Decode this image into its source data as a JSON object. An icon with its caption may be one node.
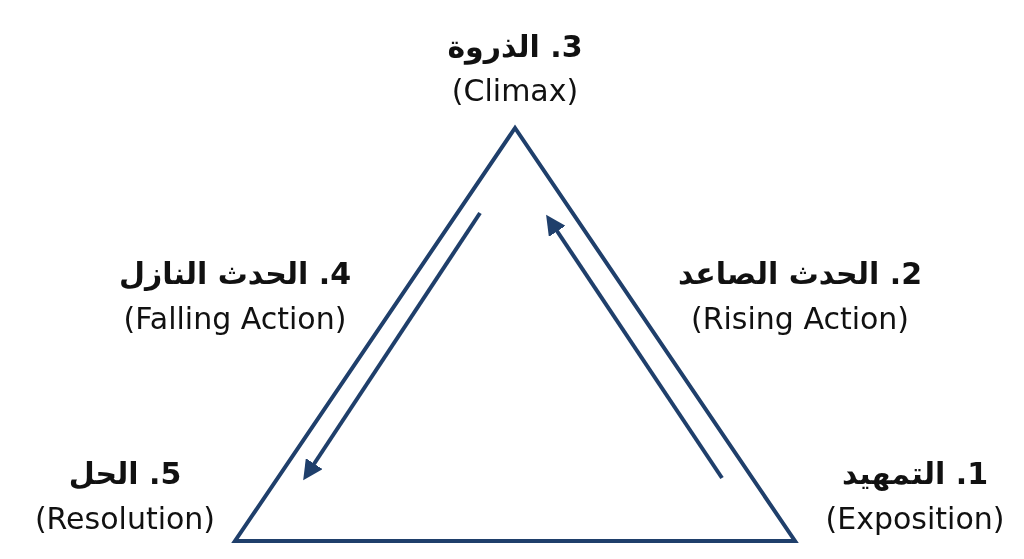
{
  "diagram": {
    "labels": [
      "3. الذروة",
      "(Climax)",
      "4. الحدث النازل",
      "(Falling Action)",
      "2. الحدث الصاعد",
      "(Rising Action)",
      "5. الحل",
      "(Resolution)",
      "1. التمهيد",
      "(Exposition)"
    ]
  }
}
